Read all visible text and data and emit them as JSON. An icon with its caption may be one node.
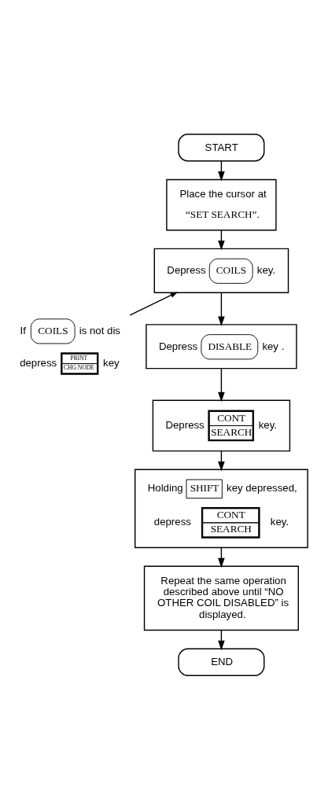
{
  "diagram": {
    "nodes": [
      {
        "text": [
          "START"
        ]
      },
      {
        "text": [
          "Place the cursor at",
          "“SET SEARCH”."
        ]
      },
      {
        "text": [
          "Depress",
          "COILS",
          "key."
        ]
      },
      {
        "text": [
          "If",
          "COILS",
          "is not dis",
          "depress",
          "PRINT",
          "CHG NODE",
          "key"
        ]
      },
      {
        "text": [
          "Depress",
          "DISABLE",
          "key ."
        ]
      },
      {
        "text": [
          "Depress",
          "CONT",
          "SEARCH",
          "key."
        ]
      },
      {
        "text": [
          "Holding",
          "SHIFT",
          "key depressed,",
          "depress",
          "CONT",
          "SEARCH",
          "key."
        ]
      },
      {
        "text": [
          "Repeat the same operation described above until “NO OTHER COIL DISABLED” is displayed."
        ]
      },
      {
        "text": [
          "END"
        ]
      }
    ],
    "edges": [
      {
        "from": 0,
        "to": 1,
        "arrow": "to"
      },
      {
        "from": 1,
        "to": 2,
        "arrow": "to"
      },
      {
        "from": 3,
        "to": 2,
        "arrow": "to"
      },
      {
        "from": 2,
        "to": 4,
        "arrow": "to"
      },
      {
        "from": 4,
        "to": 5,
        "arrow": "to"
      },
      {
        "from": 5,
        "to": 6,
        "arrow": "to"
      },
      {
        "from": 6,
        "to": 7,
        "arrow": "to"
      },
      {
        "from": 7,
        "to": 8,
        "arrow": "to"
      }
    ]
  }
}
